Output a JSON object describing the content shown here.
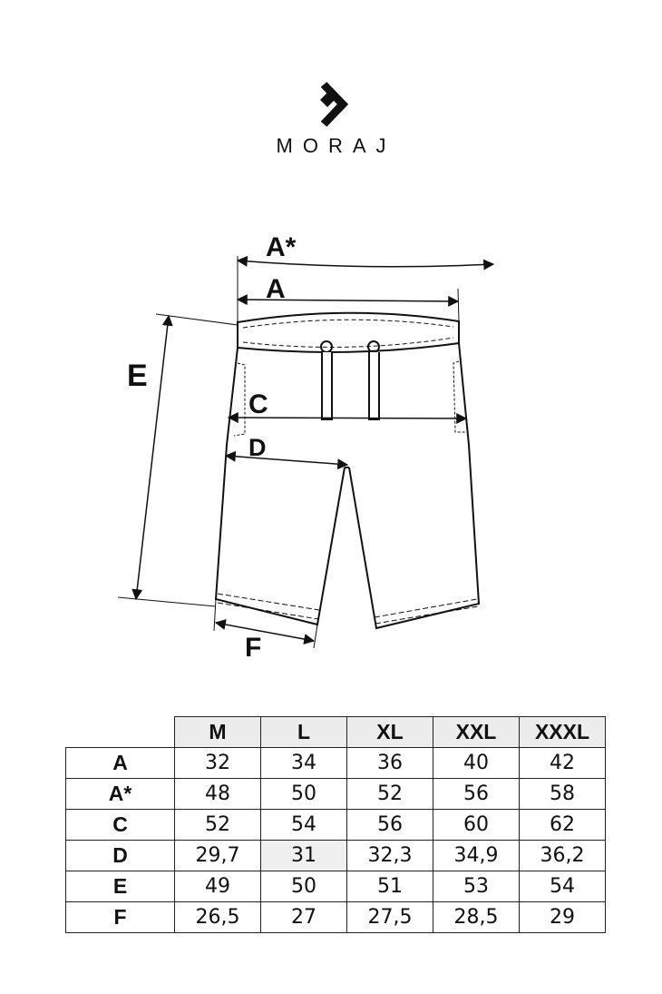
{
  "brand": {
    "name": "MORAJ"
  },
  "diagram": {
    "labels": {
      "a_star": "A*",
      "a": "A",
      "c": "C",
      "d": "D",
      "e": "E",
      "f": "F"
    }
  },
  "table": {
    "sizes": [
      "M",
      "L",
      "XL",
      "XXL",
      "XXXL"
    ],
    "rows": [
      {
        "label": "A",
        "values": [
          "32",
          "34",
          "36",
          "40",
          "42"
        ]
      },
      {
        "label": "A*",
        "values": [
          "48",
          "50",
          "52",
          "56",
          "58"
        ]
      },
      {
        "label": "C",
        "values": [
          "52",
          "54",
          "56",
          "60",
          "62"
        ]
      },
      {
        "label": "D",
        "values": [
          "29,7",
          "31",
          "32,3",
          "34,9",
          "36,2"
        ]
      },
      {
        "label": "E",
        "values": [
          "49",
          "50",
          "51",
          "53",
          "54"
        ]
      },
      {
        "label": "F",
        "values": [
          "26,5",
          "27",
          "27,5",
          "28,5",
          "29"
        ]
      }
    ]
  }
}
